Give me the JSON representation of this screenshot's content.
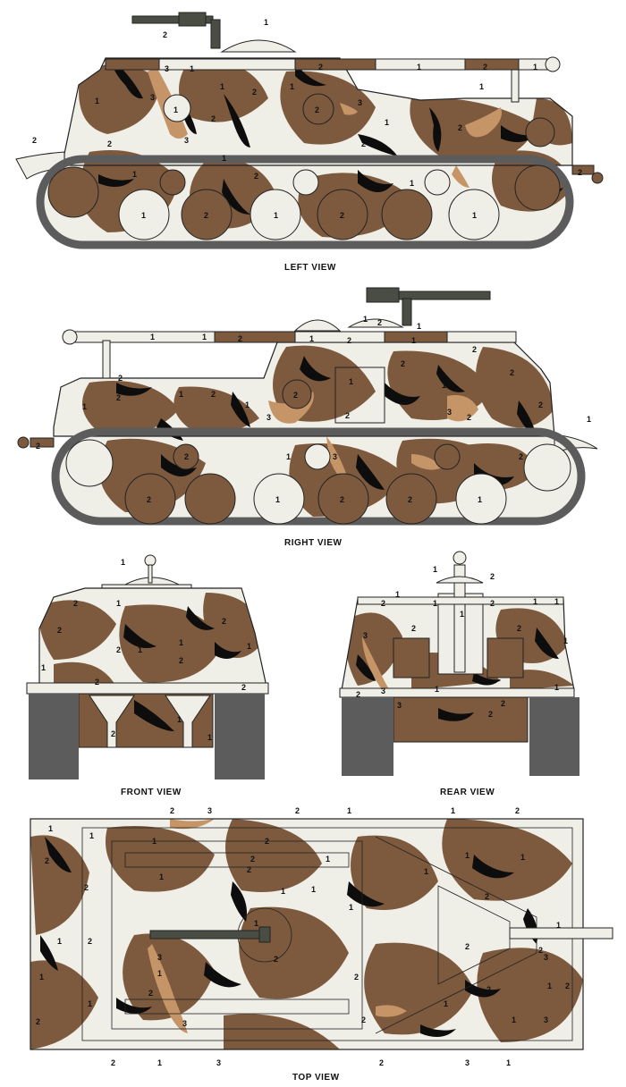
{
  "colors": {
    "1": "#efeee7",
    "2": "#7d5a3e",
    "3": "#c69567",
    "black": "#0d0d0d",
    "track": "#5c5c5c",
    "outline": "#222222",
    "gun": "#4a4d43"
  },
  "views": {
    "left": {
      "caption": "LEFT VIEW"
    },
    "right": {
      "caption": "RIGHT VIEW"
    },
    "front": {
      "caption": "FRONT VIEW"
    },
    "rear": {
      "caption": "REAR VIEW"
    },
    "top": {
      "caption": "TOP VIEW"
    }
  },
  "callouts": {
    "left": [
      "1",
      "2",
      "3",
      "1",
      "2",
      "1",
      "2",
      "1",
      "1",
      "2",
      "3",
      "1",
      "1",
      "1",
      "2",
      "1",
      "2",
      "2",
      "2",
      "1",
      "1",
      "1",
      "2",
      "2",
      "1",
      "2",
      "1",
      "2",
      "3",
      "3",
      "2",
      "1",
      "1",
      "2",
      "2"
    ],
    "right": [
      "1",
      "2",
      "1",
      "1",
      "1",
      "2",
      "1",
      "1",
      "2",
      "2",
      "2",
      "1",
      "1",
      "3",
      "2",
      "2",
      "1",
      "2",
      "1",
      "2",
      "2",
      "1",
      "2",
      "2",
      "2",
      "1",
      "3",
      "2",
      "2",
      "1",
      "2",
      "1",
      "3",
      "2",
      "1",
      "2",
      "2"
    ],
    "front": [
      "1",
      "2",
      "1",
      "2",
      "2",
      "2",
      "1",
      "1",
      "2",
      "1",
      "2",
      "1",
      "2",
      "1",
      "2",
      "1"
    ],
    "rear": [
      "1",
      "2",
      "1",
      "1",
      "2",
      "1",
      "2",
      "1",
      "3",
      "2",
      "2",
      "3",
      "2",
      "1",
      "2",
      "1",
      "2",
      "1",
      "1",
      "3",
      "2"
    ],
    "top": [
      "2",
      "3",
      "2",
      "1",
      "1",
      "2",
      "2",
      "1",
      "2",
      "1",
      "2",
      "1",
      "1",
      "2",
      "1",
      "2",
      "2",
      "1",
      "1",
      "3",
      "1",
      "2",
      "1",
      "1",
      "2",
      "3",
      "1",
      "2",
      "1",
      "2",
      "1",
      "1",
      "2",
      "1",
      "2",
      "1",
      "2",
      "1",
      "3",
      "3",
      "2",
      "1",
      "2",
      "1",
      "1",
      "2",
      "1",
      "2",
      "3",
      "1",
      "3",
      "2",
      "1"
    ]
  }
}
